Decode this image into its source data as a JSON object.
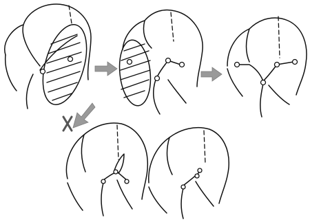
{
  "diagram": {
    "kind": "fold-sequence-schematic",
    "panels": [
      {
        "id": "step-1",
        "feature": "hatched-ellipse-on-fold"
      },
      {
        "id": "step-2",
        "feature": "hatched-ellipse-lifted"
      },
      {
        "id": "step-3",
        "feature": "final-with-nodes"
      },
      {
        "id": "alt-1",
        "feature": "incorrect-variant"
      },
      {
        "id": "alt-2",
        "feature": "incorrect-variant"
      }
    ],
    "arrows": [
      {
        "from": "step-1",
        "to": "step-2"
      },
      {
        "from": "step-2",
        "to": "step-3"
      },
      {
        "from": "step-1",
        "to": "alt",
        "crossed": true
      }
    ],
    "colors": {
      "ink": "#111111",
      "arrow": "#9a9a9a",
      "background": "#ffffff"
    }
  }
}
